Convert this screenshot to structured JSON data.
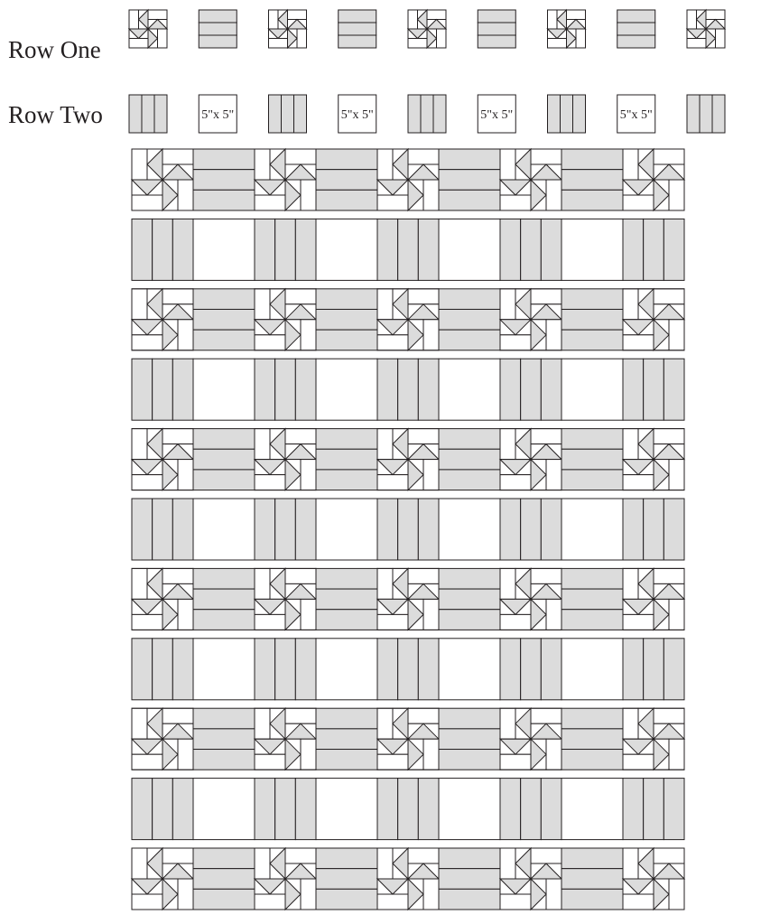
{
  "labels": {
    "row_one": "Row One",
    "row_two": "Row Two",
    "square_size": "5\"x 5\""
  },
  "colors": {
    "fabric": "#dcdcdc",
    "background": "#ffffff",
    "line": "#231f20"
  },
  "legend_rows": {
    "row_one": [
      "pinwheel",
      "strips-h",
      "pinwheel",
      "strips-h",
      "pinwheel",
      "strips-h",
      "pinwheel",
      "strips-h",
      "pinwheel"
    ],
    "row_two": [
      "strips-v",
      "square",
      "strips-v",
      "square",
      "strips-v",
      "square",
      "strips-v",
      "square",
      "strips-v"
    ]
  },
  "quilt": {
    "row_pattern": [
      "row-one",
      "row-two",
      "row-one",
      "row-two",
      "row-one",
      "row-two",
      "row-one",
      "row-two",
      "row-one",
      "row-two",
      "row-one"
    ],
    "blocks_per_row": 9
  }
}
